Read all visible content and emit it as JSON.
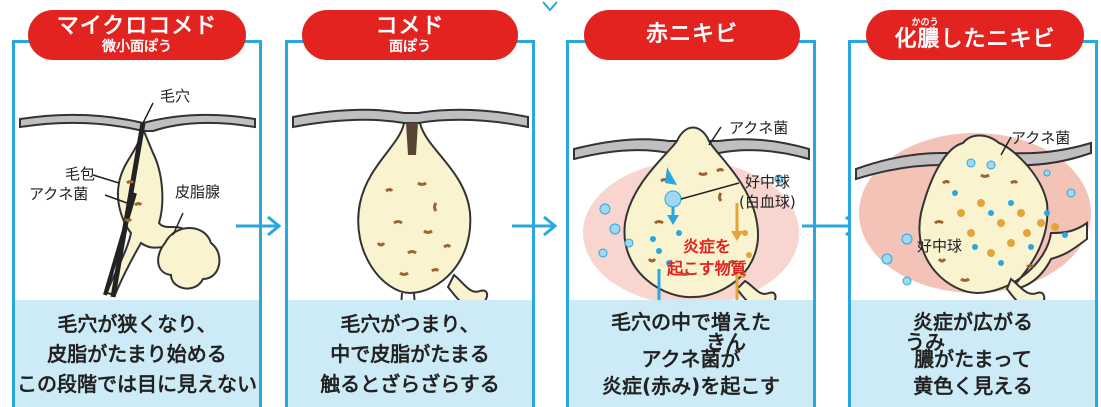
{
  "panels": [
    {
      "title": "マイクロコメド",
      "subtitle": "微小面ぽう",
      "labels": {
        "pore": "毛穴",
        "follicle": "毛包",
        "bacteria": "アクネ菌",
        "gland": "皮脂腺"
      },
      "caption": [
        "毛穴が狭くなり、",
        "皮脂がたまり始める",
        "この段階では目に見えない"
      ]
    },
    {
      "title": "コメド",
      "subtitle": "面ぽう",
      "caption": [
        "毛穴がつまり、",
        "中で皮脂がたまる",
        "触るとざらざらする"
      ]
    },
    {
      "title": "赤ニキビ",
      "labels": {
        "bacteria": "アクネ菌",
        "neutrophil": "好中球",
        "wbc": "(白血球)",
        "inflam1": "炎症を",
        "inflam2": "起こす物質"
      },
      "caption_ruby": "きん",
      "caption": [
        "毛穴の中で増えた",
        "アクネ菌が",
        "炎症(赤み)を起こす"
      ]
    },
    {
      "title": "化膿したニキビ",
      "title_ruby": "かのう",
      "labels": {
        "bacteria": "アクネ菌",
        "neutrophil": "好中球"
      },
      "caption_ruby": "うみ",
      "caption": [
        "炎症が広がる",
        "膿がたまって",
        "黄色く見える"
      ]
    }
  ],
  "colors": {
    "accent_red": "#e3231f",
    "accent_blue": "#2aa7df",
    "caption_bg": "#cdebf7",
    "sebum": "#f9f3cf",
    "skin": "#bfbfbf",
    "inflammation": "#f2b3a8",
    "bacteria": "#9b6430"
  }
}
